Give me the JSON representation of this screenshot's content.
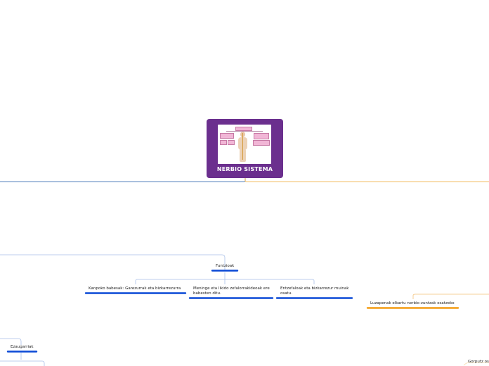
{
  "central": {
    "title": "NERBIO SISTEMA",
    "image_icon": "nervous-system-diagram-image"
  },
  "nodes": {
    "funtzioak": "Funtzioak",
    "kanpoko_babesak": "Kanpoko babesak: Garezurrak eta bizkarrezurra",
    "meninge": "Meninge eta likido zefalorrakideoak ere babesten ditu.",
    "entzefaloak": "Entzefaloak eta bizkarrezur muinak osatu.",
    "luzapenak": "Luzapenak elkartu nerbio-zuntzak osatzeko",
    "ezaugarriak": "Ezaugarriak",
    "gorputz": "Gorputz os"
  },
  "colors": {
    "central_bg": "#6b2f8e",
    "blue_branch": "#1f5aa8",
    "blue_underline": "#0a49d6",
    "orange_branch": "#f0a830",
    "orange_underline": "#f39c12",
    "light_blue_connector": "#a9bfe8"
  }
}
